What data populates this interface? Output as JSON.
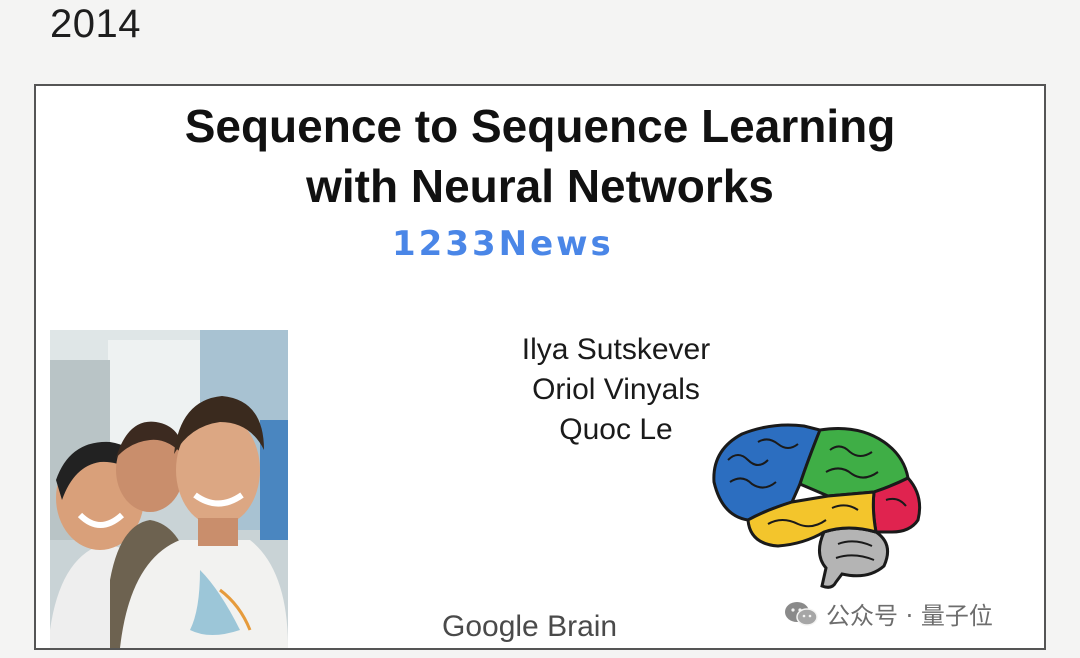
{
  "year": "2014",
  "slide": {
    "title_line1": "Sequence to Sequence Learning",
    "title_line2": "with Neural Networks",
    "authors": [
      "Ilya Sutskever",
      "Oriol Vinyals",
      "Quoc Le"
    ],
    "affiliation": "Google Brain"
  },
  "overlay": {
    "watermark": "1233News",
    "channel": "公众号 · 量子位"
  },
  "colors": {
    "brain_frontal": "#2c6ec0",
    "brain_parietal": "#3fae46",
    "brain_temporal": "#f3c52c",
    "brain_occipital": "#e0234f",
    "brain_cerebellum": "#b4b4b4",
    "watermark": "#3b7ce6"
  }
}
